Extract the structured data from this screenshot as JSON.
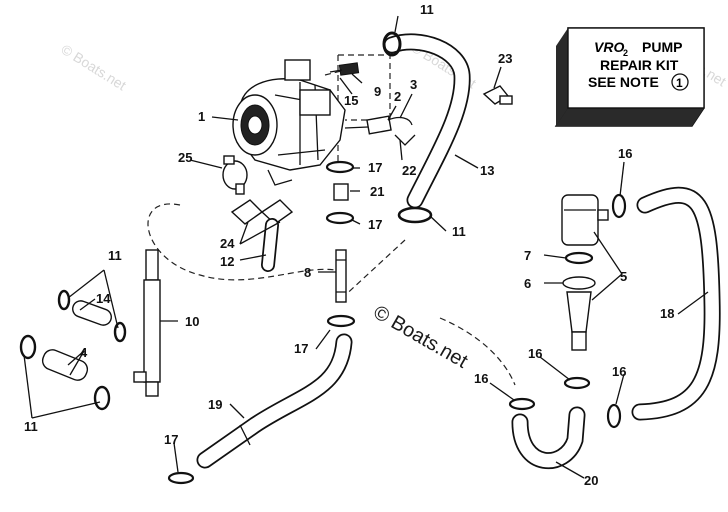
{
  "watermark": {
    "text": "© Boats.net"
  },
  "repair_kit": {
    "line1_prefix": "VRO",
    "line1_suffix": "PUMP",
    "line2": "REPAIR KIT",
    "line3": "SEE NOTE",
    "note_number": "1"
  },
  "callouts": {
    "c1": "1",
    "c2": "2",
    "c3": "3",
    "c4": "4",
    "c5": "5",
    "c6": "6",
    "c7": "7",
    "c8": "8",
    "c9": "9",
    "c10": "10",
    "c11": "11",
    "c12": "12",
    "c13": "13",
    "c14": "14",
    "c15": "15",
    "c16": "16",
    "c17": "17",
    "c18": "18",
    "c19": "19",
    "c20": "20",
    "c21": "21",
    "c22": "22",
    "c23": "23",
    "c24": "24",
    "c25": "25"
  }
}
